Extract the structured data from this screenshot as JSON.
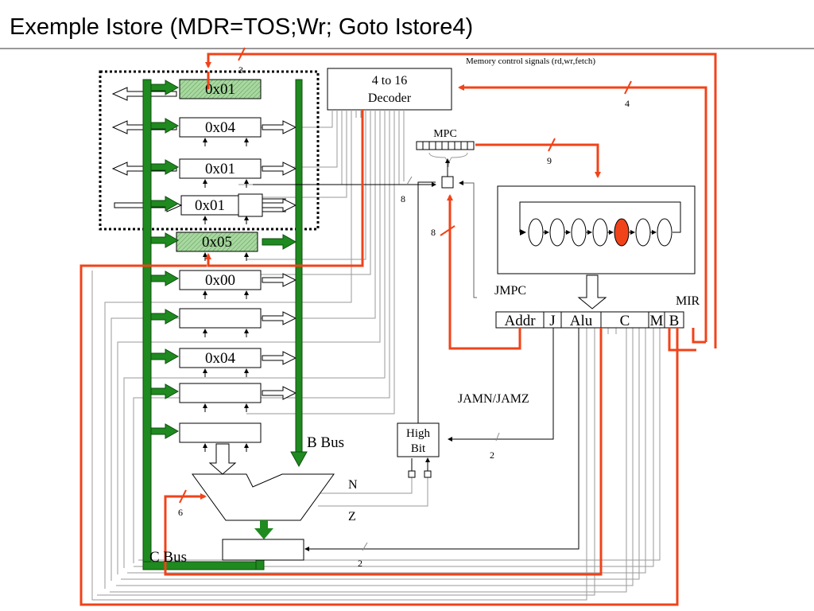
{
  "title": "Exemple Istore (MDR=TOS;Wr; Goto Istore4)",
  "labels": {
    "memory_control": "Memory control signals (rd,wr,fetch)",
    "decoder_line1": "4 to 16",
    "decoder_line2": "Decoder",
    "mpc": "MPC",
    "jmpc": "JMPC",
    "mir": "MIR",
    "jamn_jamz": "JAMN/JAMZ",
    "high_bit_line1": "High",
    "high_bit_line2": "Bit",
    "b_bus": "B Bus",
    "c_bus": "C Bus",
    "n_flag": "N",
    "z_flag": "Z"
  },
  "bus_widths": {
    "mem_ctrl": "3",
    "decoder_in": "4",
    "mpc_out": "9",
    "mbr_to_mpc": "8",
    "addr_to_mpc": "8",
    "alu_ctrl": "6",
    "shifter_ctrl": "2",
    "jam_ctrl": "2"
  },
  "registers": [
    {
      "value": "0x01",
      "highlight": true
    },
    {
      "value": "0x04",
      "highlight": false
    },
    {
      "value": "0x01",
      "highlight": false
    },
    {
      "value": "0x01",
      "highlight": false
    },
    {
      "value": "0x05",
      "highlight": true
    },
    {
      "value": "0x00",
      "highlight": false
    },
    {
      "value": "",
      "highlight": false
    },
    {
      "value": "0x04",
      "highlight": false
    },
    {
      "value": "",
      "highlight": false
    },
    {
      "value": "",
      "highlight": false
    }
  ],
  "mir_fields": [
    "Addr",
    "J",
    "Alu",
    "C",
    "M",
    "B"
  ],
  "colors": {
    "bus_green": "#1f8a1f",
    "control_red": "#f0431a",
    "gray_wire": "#9a9a9a",
    "highlight_fill": "#a8d8a0",
    "active_state": "#f0431a"
  }
}
